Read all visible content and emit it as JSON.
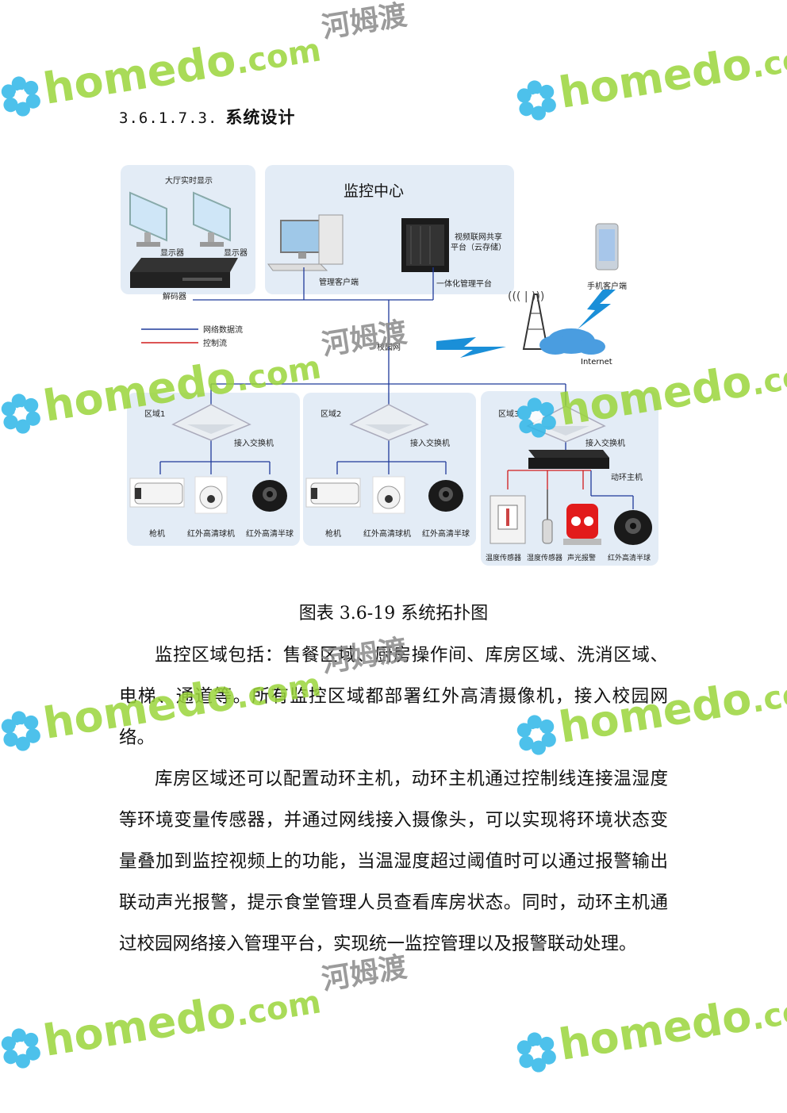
{
  "heading": {
    "number": "3.6.1.7.3.",
    "title": "系统设计"
  },
  "diagram": {
    "hall_title": "大厅实时显示",
    "monitor_label": "显示器",
    "decoder_label": "解码器",
    "center_title": "监控中心",
    "client_label": "管理客户端",
    "platform_line1": "视频联网共享",
    "platform_line2": "平台（云存储）",
    "integrated_label": "一体化管理平台",
    "mobile_label": "手机客户端",
    "internet_label": "Internet",
    "campus_net": "校园网",
    "legend_data": "网络数据流",
    "legend_control": "控制流",
    "zone1": "区域1",
    "zone2": "区域2",
    "zone3": "区域3",
    "switch_label": "接入交换机",
    "bullet_cam": "枪机",
    "dome_cam": "红外高清球机",
    "half_dome": "红外高清半球",
    "env_host": "动环主机",
    "temp_sensor": "温度传感器",
    "humid_sensor": "湿度传感器",
    "alarm": "声光报警",
    "colors": {
      "data_flow": "#1f3a9a",
      "control_flow": "#d11c1c",
      "panel": "#e3ecf6"
    }
  },
  "caption": "图表 3.6-19 系统拓扑图",
  "paragraphs": [
    "监控区域包括：售餐区域、厨房操作间、库房区域、洗消区域、电梯、通道等。所有监控区域都部署红外高清摄像机，接入校园网络。",
    "库房区域还可以配置动环主机，动环主机通过控制线连接温湿度等环境变量传感器，并通过网线接入摄像头，可以实现将环境状态变量叠加到监控视频上的功能，当温湿度超过阈值时可以通过报警输出联动声光报警，提示食堂管理人员查看库房状态。同时，动环主机通过校园网络接入管理平台，实现统一监控管理以及报警联动处理。"
  ],
  "watermark": {
    "brand": "homedo",
    "suffix": ".com",
    "cn": "河姆渡"
  }
}
